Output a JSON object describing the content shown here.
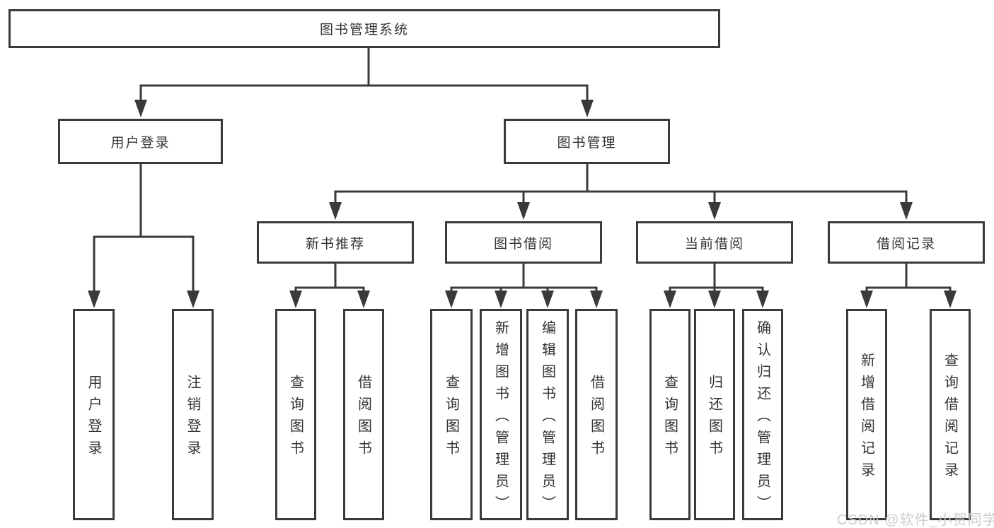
{
  "tree": {
    "root": {
      "label": "图书管理系统"
    },
    "branches": [
      {
        "label": "用户登录",
        "children": [
          {
            "label": "用户登录"
          },
          {
            "label": "注销登录"
          }
        ]
      },
      {
        "label": "图书管理",
        "groups": [
          {
            "label": "新书推荐",
            "children": [
              {
                "label": "查询图书"
              },
              {
                "label": "借阅图书"
              }
            ]
          },
          {
            "label": "图书借阅",
            "children": [
              {
                "label": "查询图书"
              },
              {
                "label": "新增图书（管理员）"
              },
              {
                "label": "编辑图书（管理员）"
              },
              {
                "label": "借阅图书"
              }
            ]
          },
          {
            "label": "当前借阅",
            "children": [
              {
                "label": "查询图书"
              },
              {
                "label": "归还图书"
              },
              {
                "label": "确认归还（管理员）"
              }
            ]
          },
          {
            "label": "借阅记录",
            "children": [
              {
                "label": "新增借阅记录"
              },
              {
                "label": "查询借阅记录"
              }
            ]
          }
        ]
      }
    ]
  },
  "watermark": {
    "text": "CSDN @软件_小贺同学"
  },
  "colors": {
    "line": "#3a3a3a",
    "box_fill": "#ffffff",
    "text": "#333333",
    "watermark": "#cbcbcb",
    "background": "#ffffff"
  }
}
